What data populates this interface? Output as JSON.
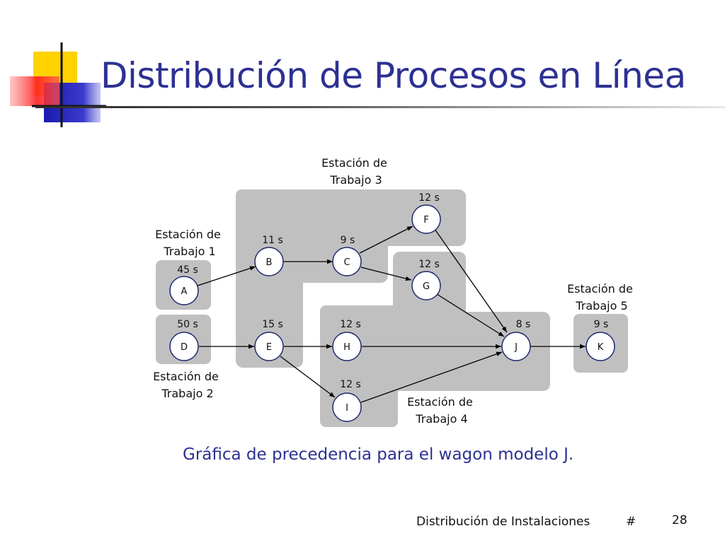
{
  "slide": {
    "title": "Distribución de Procesos en Línea",
    "caption": "Gráfica de precedencia para el wagon modelo J.",
    "footer": {
      "text": "Distribución de Instalaciones",
      "hash": "#",
      "page": "28"
    }
  },
  "stations": [
    {
      "id": "s1",
      "label_lines": [
        "Estación de",
        "Trabajo 1"
      ]
    },
    {
      "id": "s2",
      "label_lines": [
        "Estación de",
        "Trabajo 2"
      ]
    },
    {
      "id": "s3",
      "label_lines": [
        "Estación de",
        "Trabajo 3"
      ]
    },
    {
      "id": "s4",
      "label_lines": [
        "Estación de",
        "Trabajo 4"
      ]
    },
    {
      "id": "s5",
      "label_lines": [
        "Estación de",
        "Trabajo 5"
      ]
    }
  ],
  "tasks": [
    {
      "id": "A",
      "time": "45 s"
    },
    {
      "id": "B",
      "time": "11 s"
    },
    {
      "id": "C",
      "time": "9 s"
    },
    {
      "id": "D",
      "time": "50 s"
    },
    {
      "id": "E",
      "time": "15 s"
    },
    {
      "id": "F",
      "time": "12 s"
    },
    {
      "id": "G",
      "time": "12 s"
    },
    {
      "id": "H",
      "time": "12 s"
    },
    {
      "id": "I",
      "time": "12 s"
    },
    {
      "id": "J",
      "time": "8 s"
    },
    {
      "id": "K",
      "time": "9 s"
    }
  ],
  "edges": [
    {
      "from": "A",
      "to": "B"
    },
    {
      "from": "B",
      "to": "C"
    },
    {
      "from": "C",
      "to": "F"
    },
    {
      "from": "C",
      "to": "G"
    },
    {
      "from": "F",
      "to": "J"
    },
    {
      "from": "G",
      "to": "J"
    },
    {
      "from": "D",
      "to": "E"
    },
    {
      "from": "E",
      "to": "H"
    },
    {
      "from": "E",
      "to": "I"
    },
    {
      "from": "H",
      "to": "J"
    },
    {
      "from": "I",
      "to": "J"
    },
    {
      "from": "J",
      "to": "K"
    }
  ]
}
